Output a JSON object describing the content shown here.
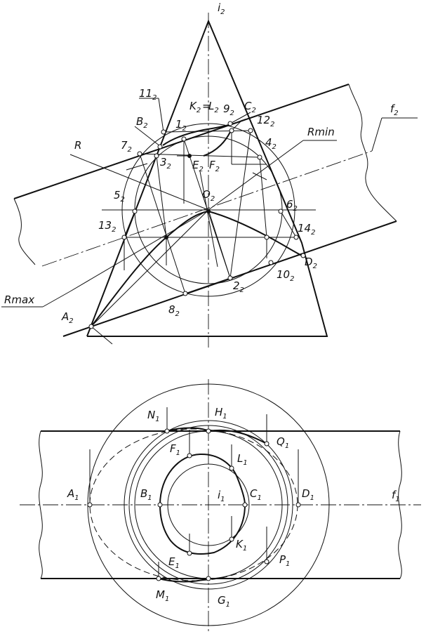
{
  "front_view": {
    "axis_label": "i",
    "axis_sub": "2",
    "f_label": "f",
    "f_sub": "2",
    "r_label": "R",
    "rmin_label": "Rmin",
    "rmax_label": "Rmax",
    "points": [
      {
        "t": "O",
        "s": "2"
      },
      {
        "t": "A",
        "s": "2"
      },
      {
        "t": "B",
        "s": "2"
      },
      {
        "t": "C",
        "s": "2"
      },
      {
        "t": "D",
        "s": "2"
      },
      {
        "t": "E",
        "s": "2"
      },
      {
        "t": "F",
        "s": "2"
      },
      {
        "t": "K",
        "s": "2"
      },
      {
        "t": "L",
        "s": "2"
      },
      {
        "t": "1",
        "s": "2"
      },
      {
        "t": "2",
        "s": "2"
      },
      {
        "t": "3",
        "s": "2"
      },
      {
        "t": "4",
        "s": "2"
      },
      {
        "t": "5",
        "s": "2"
      },
      {
        "t": "6",
        "s": "2"
      },
      {
        "t": "7",
        "s": "2"
      },
      {
        "t": "8",
        "s": "2"
      },
      {
        "t": "9",
        "s": "2"
      },
      {
        "t": "10",
        "s": "2"
      },
      {
        "t": "11",
        "s": "2"
      },
      {
        "t": "12",
        "s": "2"
      },
      {
        "t": "13",
        "s": "2"
      },
      {
        "t": "14",
        "s": "2"
      }
    ],
    "eq_sign": "="
  },
  "top_view": {
    "axis_label": "i",
    "axis_sub": "1",
    "f_label": "f",
    "f_sub": "1",
    "points": [
      {
        "t": "A",
        "s": "1"
      },
      {
        "t": "B",
        "s": "1"
      },
      {
        "t": "C",
        "s": "1"
      },
      {
        "t": "D",
        "s": "1"
      },
      {
        "t": "E",
        "s": "1"
      },
      {
        "t": "F",
        "s": "1"
      },
      {
        "t": "G",
        "s": "1"
      },
      {
        "t": "H",
        "s": "1"
      },
      {
        "t": "K",
        "s": "1"
      },
      {
        "t": "L",
        "s": "1"
      },
      {
        "t": "M",
        "s": "1"
      },
      {
        "t": "N",
        "s": "1"
      },
      {
        "t": "P",
        "s": "1"
      },
      {
        "t": "Q",
        "s": "1"
      }
    ]
  }
}
